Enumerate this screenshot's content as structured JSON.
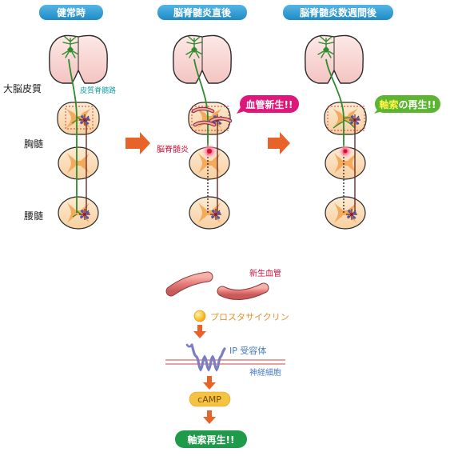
{
  "stage_headers": [
    "健常時",
    "脳脊髄炎直後",
    "脳脊髄炎数週間後"
  ],
  "region_labels": {
    "cortex": "大脳皮質",
    "thoracic": "胸髄",
    "lumbar": "腰髄"
  },
  "pathway_label": "皮質脊髄路",
  "inflammation_label": "脳脊髄炎",
  "callouts": {
    "angiogenesis": "血管新生!!",
    "axon_prefix": "軸索",
    "axon_suffix": "の再生!!"
  },
  "mechanism": {
    "new_vessels": "新生血管",
    "prostacyclin": "プロスタサイクリン",
    "receptor": "IP 受容体",
    "neuron": "神経細胞",
    "camp": "cAMP",
    "result": "軸索再生!!"
  },
  "colors": {
    "header_blue": "#2f9fd8",
    "brain_pink": "#f9d8d6",
    "cord_tan": "#fbe0c0",
    "grey_matter": "#f5a95a",
    "neuron_green": "#2e8b2e",
    "tract_dark": "#6b2a2a",
    "callout_magenta": "#e0177a",
    "callout_green": "#5cb531",
    "arrow_orange": "#e8632a",
    "camp_yellow": "#f5c342",
    "result_green": "#1e9a4a",
    "vessel_red": "#e57a7a",
    "receptor_purple": "#7c7ec2"
  },
  "icons": [
    "neuron-icon",
    "brain-icon",
    "spinal-cord-section-icon",
    "blood-vessel-icon",
    "prostacyclin-dot-icon",
    "ip-receptor-icon",
    "arrow-right-icon",
    "arrow-down-icon"
  ]
}
